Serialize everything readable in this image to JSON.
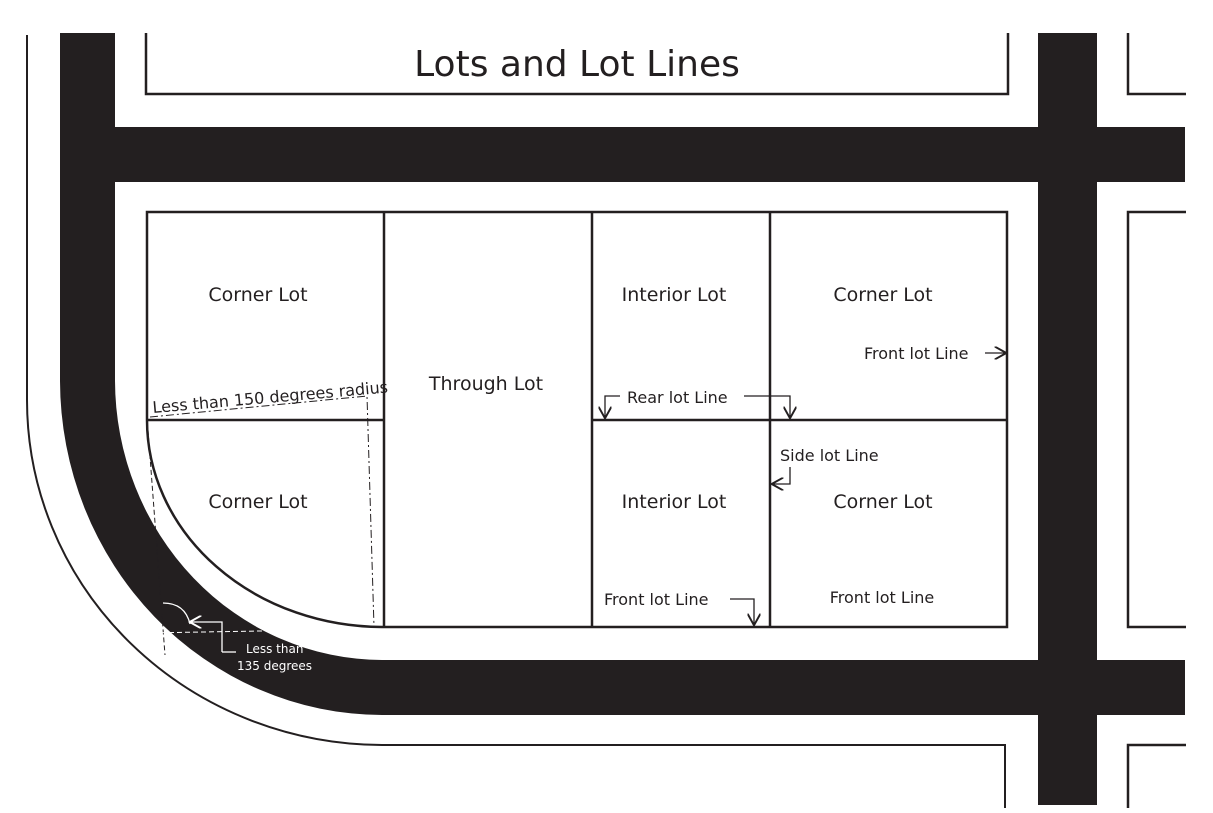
{
  "title": "Lots and Lot Lines",
  "lots": {
    "corner_top_left": "Corner Lot",
    "corner_bottom_left": "Corner Lot",
    "through": "Through Lot",
    "interior_top": "Interior Lot",
    "interior_bottom": "Interior Lot",
    "corner_top_right": "Corner Lot",
    "corner_bottom_right": "Corner Lot"
  },
  "annotations": {
    "radius_note": "Less than 150 degrees radius",
    "angle_note_line1": "Less than",
    "angle_note_line2": "135 degrees",
    "front_lot_line_right": "Front lot Line",
    "rear_lot_line": "Rear lot Line",
    "side_lot_line": "Side lot Line",
    "front_lot_line_interior": "Front lot Line",
    "front_lot_line_corner": "Front lot Line"
  },
  "colors": {
    "road": "#231f20",
    "background": "#ffffff"
  }
}
